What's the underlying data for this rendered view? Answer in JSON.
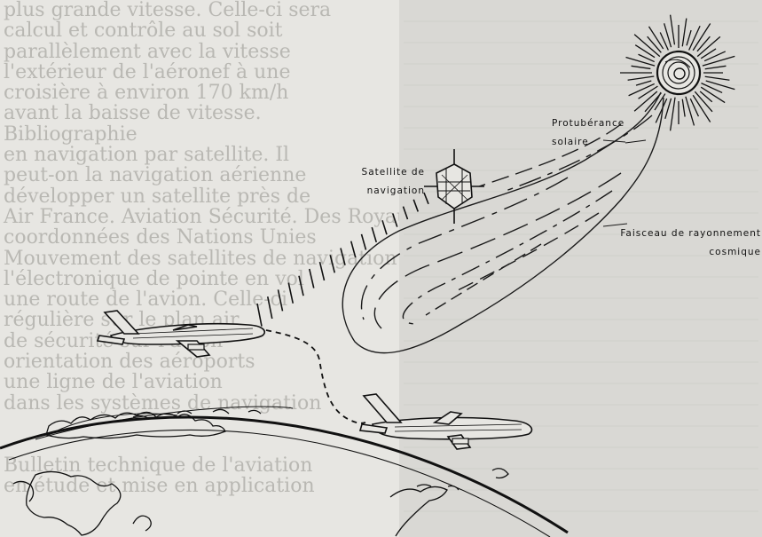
{
  "background_text": {
    "lines": [
      "plus grande vitesse. Celle-ci sera",
      "calcul et contrôle au sol soit",
      "parallèlement avec la vitesse",
      "l'extérieur de l'aéronef à une",
      "croisière à environ 170 km/h",
      "avant la baisse de vitesse.",
      "Bibliographie",
      "en navigation par satellite. Il",
      "peut-on la navigation aérienne",
      "développer un satellite près de",
      "Air France. Aviation Sécurité. Des Royaumes",
      "coordonnées des Nations Unies",
      "Mouvement des satellites de navigation",
      "l'électronique de pointe en vol",
      "une route de l'avion. Celle-ci",
      "régulière sur le plan air",
      "de sécurité sur l'avion",
      "orientation des aéroports",
      "une ligne de l'aviation",
      "dans les systèmes de navigation",
      "",
      "",
      "Bulletin technique de l'aviation",
      "en étude et mise en application"
    ]
  },
  "labels": {
    "solar": "Protubérance solaire",
    "satellite": "Satellite de navigation",
    "beam": "Faisceau de rayonnement cosmique"
  }
}
